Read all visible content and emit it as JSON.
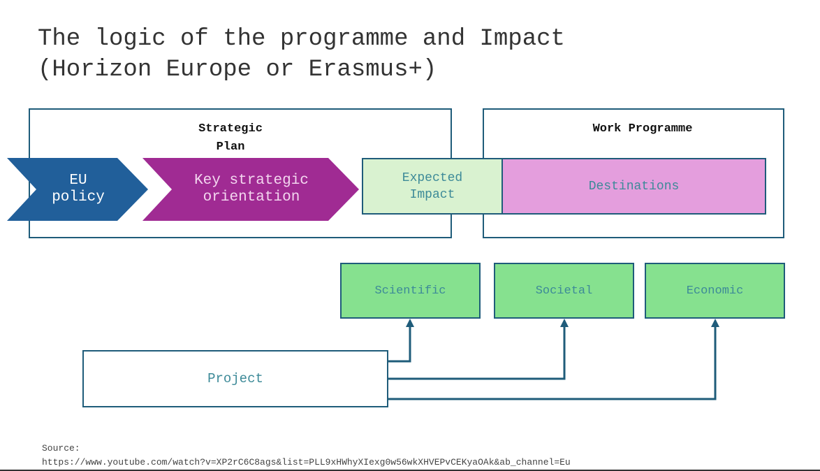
{
  "title": {
    "line1": "The logic of the programme and Impact",
    "line2": "(Horizon Europe or Erasmus+)"
  },
  "strategic_plan": {
    "label_line1": "Strategic",
    "label_line2": "Plan"
  },
  "work_programme": {
    "label": "Work Programme"
  },
  "chevrons": {
    "eu_policy_line1": "EU",
    "eu_policy_line2": "policy",
    "key_line1": "Key strategic",
    "key_line2": "orientation",
    "eu_color": "#215f9a",
    "key_color": "#a02b93"
  },
  "expected_impact": {
    "line1": "Expected",
    "line2": "Impact",
    "color": "#d9f2d0"
  },
  "destinations": {
    "label": "Destinations",
    "color": "#e49edd"
  },
  "impacts": {
    "scientific": "Scientific",
    "societal": "Societal",
    "economic": "Economic",
    "color": "#86e18f"
  },
  "project": {
    "label": "Project"
  },
  "source": {
    "label": "Source:",
    "url": "https://www.youtube.com/watch?v=XP2rC6C8ags&list=PLL9xHWhyXIexg0w56wkXHVEPvCEKyaOAk&ab_channel=Eu"
  },
  "colors": {
    "border": "#1f5c7a",
    "text_teal": "#3d8a98"
  }
}
